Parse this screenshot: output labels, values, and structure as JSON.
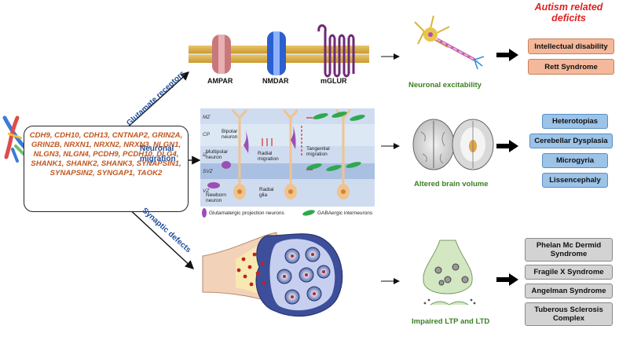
{
  "title": "Autism related deficits",
  "genes": "CDH9, CDH10, CDH13, CNTNAP2, GRIN2A, GRIN2B, NRXN1, NRXN2, NRXN3, NLGN1, NLGN3, NLGN4, PCDH9, PCDH10, DLG4, SHANK1, SHANK2, SHANK3, SYNAPSIN1, SYNAPSIN2, SYNGAP1, TAOK2",
  "pathways": {
    "glutamate": "Glutamate receptors",
    "migration_line1": "Neuronal",
    "migration_line2": "migration",
    "synaptic": "Synaptic defects"
  },
  "receptors": [
    "AMPAR",
    "NMDAR",
    "mGLUR"
  ],
  "migration": {
    "layers": [
      "MZ",
      "CP",
      "IZ",
      "SVZ",
      "VZ"
    ],
    "labels": {
      "bipolar": "Bipolar neuron",
      "multipolar": "Multipolar neuron",
      "radial_migration": "Radial migration",
      "tangential_migration": "Tangential migration",
      "newborn": "Newborn neuron",
      "radial_glia": "Radial glia"
    },
    "legend": {
      "glutamatergic": "Glutamatergic projection neurons",
      "gabaergic": "GABAergic interneurons"
    }
  },
  "outcomes": {
    "excitability": "Neuronal excitability",
    "brain_volume": "Altered brain volume",
    "ltp": "Impaired LTP and LTD"
  },
  "deficits": {
    "excitability": [
      "Intellectual disability",
      "Rett Syndrome"
    ],
    "brain": [
      "Heterotopias",
      "Cerebellar Dysplasia",
      "Microgyria",
      "Lissencephaly"
    ],
    "synaptic": [
      "Phelan Mc Dermid Syndrome",
      "Fragile X Syndrome",
      "Angelman Syndrome",
      "Tuberous Sclerosis Complex"
    ]
  },
  "colors": {
    "gene_text": "#c0561d",
    "pathway_label": "#1f4e9c",
    "outcome_text": "#3a7f22",
    "title": "#e02020",
    "deficit_orange": "#f4b89a",
    "deficit_blue": "#9cc3e8",
    "deficit_gray": "#d3d3d3"
  }
}
